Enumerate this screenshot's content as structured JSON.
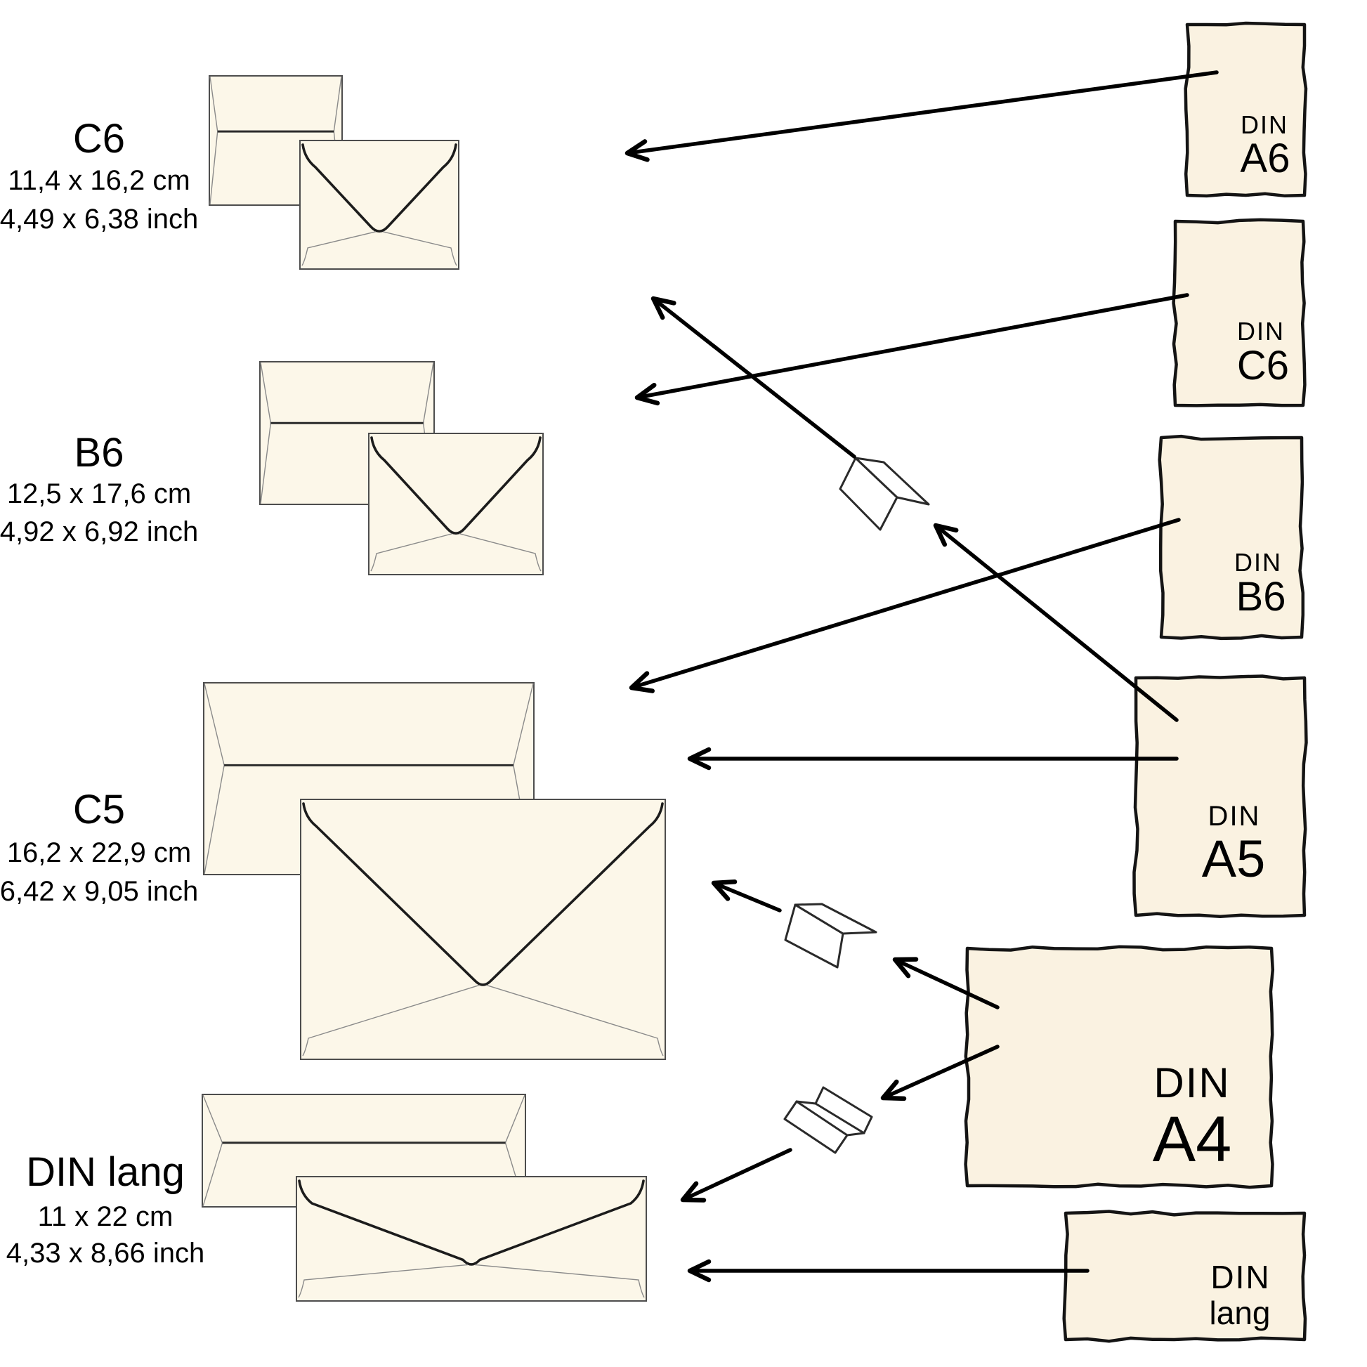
{
  "diagram": {
    "title_implicit": "Envelope and paper size matching chart",
    "colors": {
      "background": "#ffffff",
      "paper_fill": "#faf2e1",
      "envelope_fill": "#fcf7e9",
      "line": "#000000"
    },
    "rows": [
      {
        "id": "c6",
        "label": "C6",
        "metric": "11,4 x 16,2 cm",
        "imperial": "4,49 x 6,38 inch"
      },
      {
        "id": "b6",
        "label": "B6",
        "metric": "12,5 x 17,6 cm",
        "imperial": "4,92 x 6,92 inch"
      },
      {
        "id": "c5",
        "label": "C5",
        "metric": "16,2 x 22,9 cm",
        "imperial": "6,42 x 9,05 inch"
      },
      {
        "id": "din-lang",
        "label": "DIN lang",
        "metric": "11 x 22 cm",
        "imperial": "4,33 x 8,66 inch"
      }
    ],
    "papers": [
      {
        "id": "a6",
        "line1": "DIN",
        "line2": "A6"
      },
      {
        "id": "c6",
        "line1": "DIN",
        "line2": "C6"
      },
      {
        "id": "b6",
        "line1": "DIN",
        "line2": "B6"
      },
      {
        "id": "a5",
        "line1": "DIN",
        "line2": "A5"
      },
      {
        "id": "a4",
        "line1": "DIN",
        "line2": "A4"
      },
      {
        "id": "lang",
        "line1": "DIN",
        "line2": "lang"
      }
    ],
    "connections": [
      {
        "from": "DIN A6",
        "to": "C6 envelope",
        "fold": "none"
      },
      {
        "from": "DIN C6",
        "to": "B6 envelope",
        "fold": "none"
      },
      {
        "from": "DIN B6",
        "to": "C5 envelope",
        "fold": "none"
      },
      {
        "from": "DIN A5",
        "to": "C5 envelope",
        "fold": "none"
      },
      {
        "from": "DIN A5",
        "to": "C6 envelope",
        "fold": "single-fold"
      },
      {
        "from": "DIN A4",
        "to": "C5 envelope",
        "fold": "single-fold"
      },
      {
        "from": "DIN A4",
        "to": "DIN lang envelope",
        "fold": "z-fold"
      },
      {
        "from": "DIN lang",
        "to": "DIN lang envelope",
        "fold": "none"
      }
    ],
    "icons": [
      {
        "id": "fold-icon-single-1",
        "meaning": "sheet folded once"
      },
      {
        "id": "fold-icon-single-2",
        "meaning": "sheet folded once"
      },
      {
        "id": "fold-icon-z",
        "meaning": "sheet folded twice (z-fold)"
      }
    ]
  }
}
